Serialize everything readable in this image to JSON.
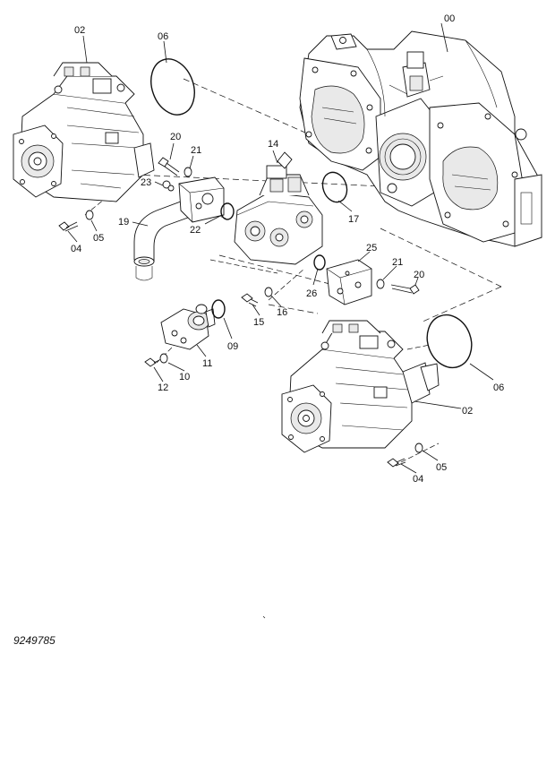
{
  "drawing_number": "9249785",
  "labels": {
    "p00": "00",
    "p02a": "02",
    "p02b": "02",
    "p04a": "04",
    "p04b": "04",
    "p05a": "05",
    "p05b": "05",
    "p06a": "06",
    "p06b": "06",
    "p09": "09",
    "p10": "10",
    "p11": "11",
    "p12": "12",
    "p14": "14",
    "p15": "15",
    "p16": "16",
    "p17": "17",
    "p19": "19",
    "p20a": "20",
    "p20b": "20",
    "p21a": "21",
    "p21b": "21",
    "p22": "22",
    "p23": "23",
    "p25": "25",
    "p26": "26"
  }
}
